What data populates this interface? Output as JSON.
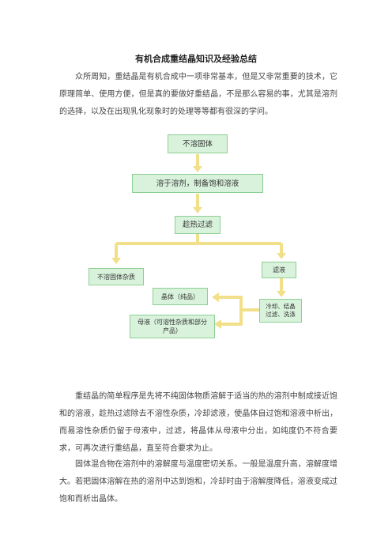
{
  "title": "有机合成重结晶知识及经验总结",
  "paragraphs": [
    "众所周知，重结晶是有机合成中一项非常基本，但是又非常重要的技术，它原理简单、使用方便，但是真的要做好重结晶，不是那么容易的事，尤其是溶剂的选择，以及在出现乳化现象时的处理等等都有很深的学问。",
    "重结晶的简单程序是先将不纯固体物质溶解于适当的热的溶剂中制成接近饱和的溶液，趁热过滤除去不溶性杂质，冷却滤液，使晶体自过饱和溶液中析出，而易溶性杂质仍留于母液中，过滤，将晶体从母液中分出，如纯度仍不符合要求，可再次进行重结晶，直至符合要求为止。",
    "固体混合物在溶剂中的溶解度与温度密切关系。一般是温度升高，溶解度增大。若把固体溶解在热的溶剂中达到饱和，冷却时由于溶解度降低，溶液变成过饱和而析出晶体。"
  ],
  "flowchart": {
    "insoluble_solid": "不溶固体",
    "dissolve": "溶于溶剂，制备饱和溶液",
    "hot_filter": "趁热过滤",
    "insoluble_impurity": "不溶固体杂质",
    "filtrate": "滤液",
    "cool_step": "冷却、结晶\n过滤、洗涤",
    "crystal": "晶体（纯品）",
    "mother_liquor": "母液（可溶性杂质和部分\n产品）",
    "box_fill": "#d9f2dc",
    "box_border": "#8ccf93",
    "arrow_color": "#f2df8a"
  }
}
